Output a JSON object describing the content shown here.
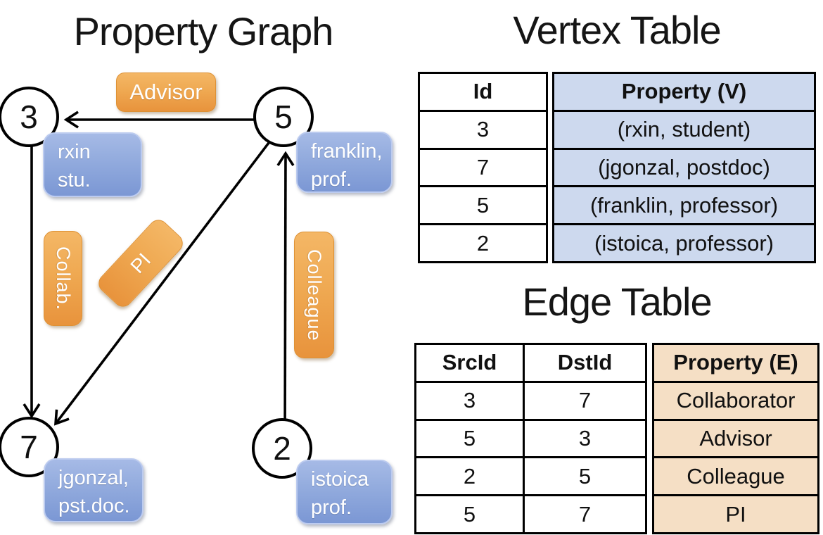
{
  "graph": {
    "title": "Property Graph",
    "nodes": [
      {
        "id": "3",
        "label_lines": [
          "rxin",
          "stu."
        ]
      },
      {
        "id": "5",
        "label_lines": [
          "franklin,",
          "prof."
        ]
      },
      {
        "id": "7",
        "label_lines": [
          "jgonzal,",
          "pst.doc."
        ]
      },
      {
        "id": "2",
        "label_lines": [
          "istoica",
          "prof."
        ]
      }
    ],
    "edge_labels": {
      "advisor": "Advisor",
      "collab": "Collab.",
      "pi": "PI",
      "colleague": "Colleague"
    },
    "edges": [
      {
        "from": "5",
        "to": "3",
        "label": "Advisor"
      },
      {
        "from": "3",
        "to": "7",
        "label": "Collab."
      },
      {
        "from": "5",
        "to": "7",
        "label": "PI"
      },
      {
        "from": "2",
        "to": "5",
        "label": "Colleague"
      }
    ]
  },
  "vertex_table": {
    "title": "Vertex Table",
    "columns": [
      "Id",
      "Property (V)"
    ],
    "rows": [
      [
        "3",
        "(rxin, student)"
      ],
      [
        "7",
        "(jgonzal, postdoc)"
      ],
      [
        "5",
        "(franklin, professor)"
      ],
      [
        "2",
        "(istoica, professor)"
      ]
    ]
  },
  "edge_table": {
    "title": "Edge Table",
    "columns": [
      "SrcId",
      "DstId",
      "Property (E)"
    ],
    "rows": [
      [
        "3",
        "7",
        "Collaborator"
      ],
      [
        "5",
        "3",
        "Advisor"
      ],
      [
        "2",
        "5",
        "Colleague"
      ],
      [
        "5",
        "7",
        "PI"
      ]
    ]
  },
  "colors": {
    "vertex_cell_fill": "#CDD9EE",
    "edge_cell_fill": "#F5DFC5",
    "vertex_box_fill": "#8AA3DA",
    "edge_label_fill": "#EC9C45",
    "line_color": "#000000"
  }
}
